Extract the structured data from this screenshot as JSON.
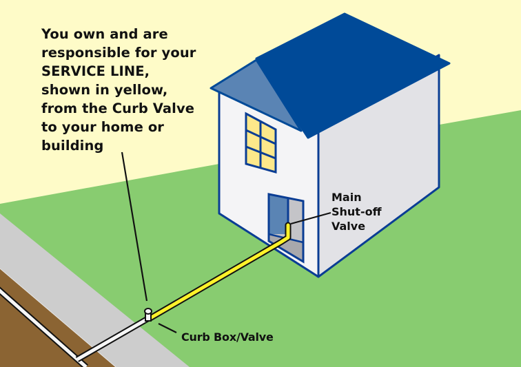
{
  "callout": {
    "lines": [
      "You own and are",
      "responsible for your",
      "SERVICE LINE,",
      "shown in yellow,",
      "from the Curb Valve",
      "to your home or",
      "building"
    ]
  },
  "labels": {
    "main_valve": [
      "Main",
      "Shut-off",
      "Valve"
    ],
    "curb_box": "Curb Box/Valve"
  },
  "colors": {
    "sky": "#fefbc8",
    "grass": "#88cc70",
    "sidewalk": "#cdcdcd",
    "soil": "#8b6433",
    "roof": "#004a98",
    "roof_gable": "#5a84b4",
    "wall_front": "#f4f4f6",
    "wall_side": "#e2e2e6",
    "window": "#fde88a",
    "service_line": "#fff22a",
    "public_line": "#f6f6f6"
  }
}
